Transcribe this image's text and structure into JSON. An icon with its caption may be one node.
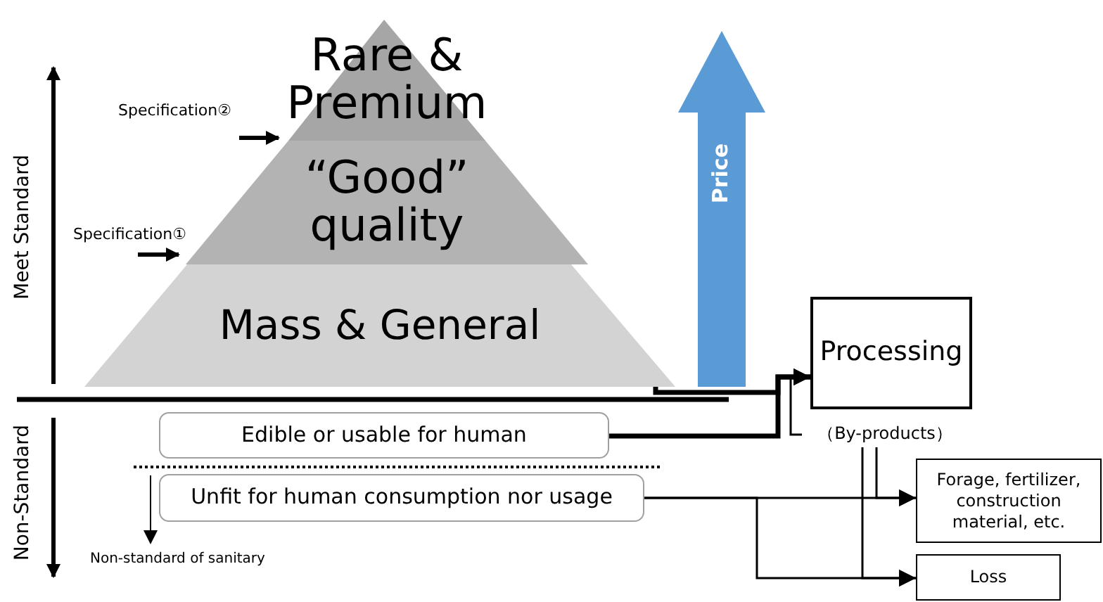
{
  "diagram": {
    "nodes": [
      {
        "text": [
          "Rare & Premium"
        ]
      },
      {
        "text": [
          "“Good” quality"
        ]
      },
      {
        "text": [
          "Mass & General"
        ]
      },
      {
        "text": [
          "Price"
        ]
      },
      {
        "text": [
          "Processing"
        ]
      },
      {
        "text": [
          "Edible or usable for human"
        ]
      },
      {
        "text": [
          "Unfit for human consumption nor usage"
        ]
      },
      {
        "text": [
          "（By-products）"
        ]
      },
      {
        "text": [
          "Forage, fertilizer, construction material, etc."
        ]
      },
      {
        "text": [
          "Loss"
        ]
      }
    ],
    "edges": [
      {
        "from": 2,
        "to": 4,
        "arrow": "to",
        "style": "thick"
      },
      {
        "from": 5,
        "to": 4,
        "arrow": "to",
        "style": "thick"
      },
      {
        "from": 7,
        "to": 4,
        "arrow": "to"
      },
      {
        "from": 6,
        "to": 8,
        "arrow": "to"
      },
      {
        "from": 6,
        "to": 9,
        "arrow": "to"
      },
      {
        "from": 7,
        "to": 8,
        "arrow": "to"
      },
      {
        "from": 7,
        "to": 9,
        "arrow": "to"
      }
    ],
    "labels": [
      "Meet Standard",
      "Specification②",
      "Specification①",
      "Non-Standard",
      "Non-standard of sanitary"
    ]
  }
}
